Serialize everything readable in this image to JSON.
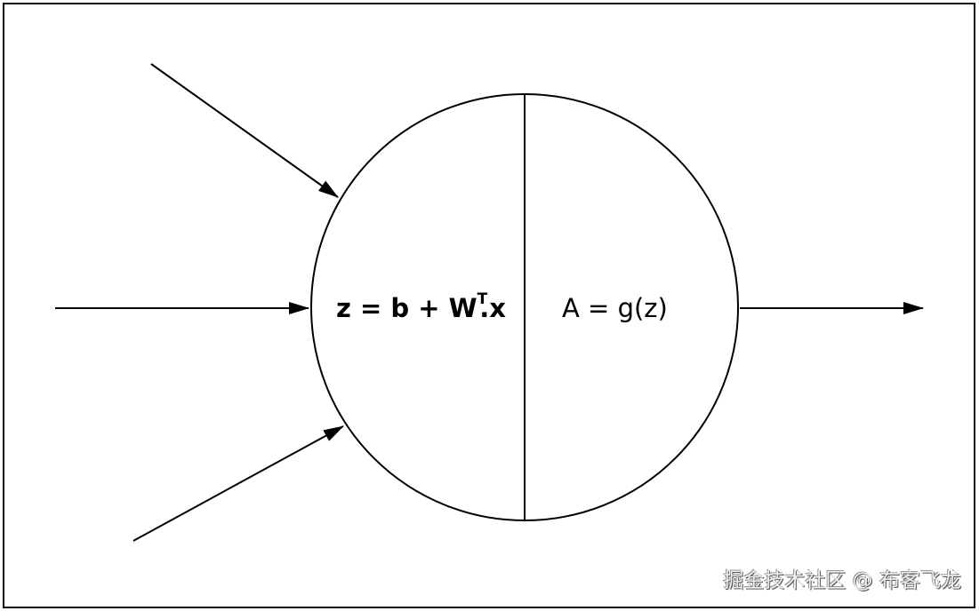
{
  "diagram": {
    "linear_part": {
      "lhs": "z = b + W",
      "superscript": "T",
      "rhs": ".x"
    },
    "activation_part": "A = g(z)",
    "colors": {
      "stroke": "#000000",
      "background": "#ffffff"
    }
  },
  "watermark": "掘金技术社区 @ 布客飞龙"
}
